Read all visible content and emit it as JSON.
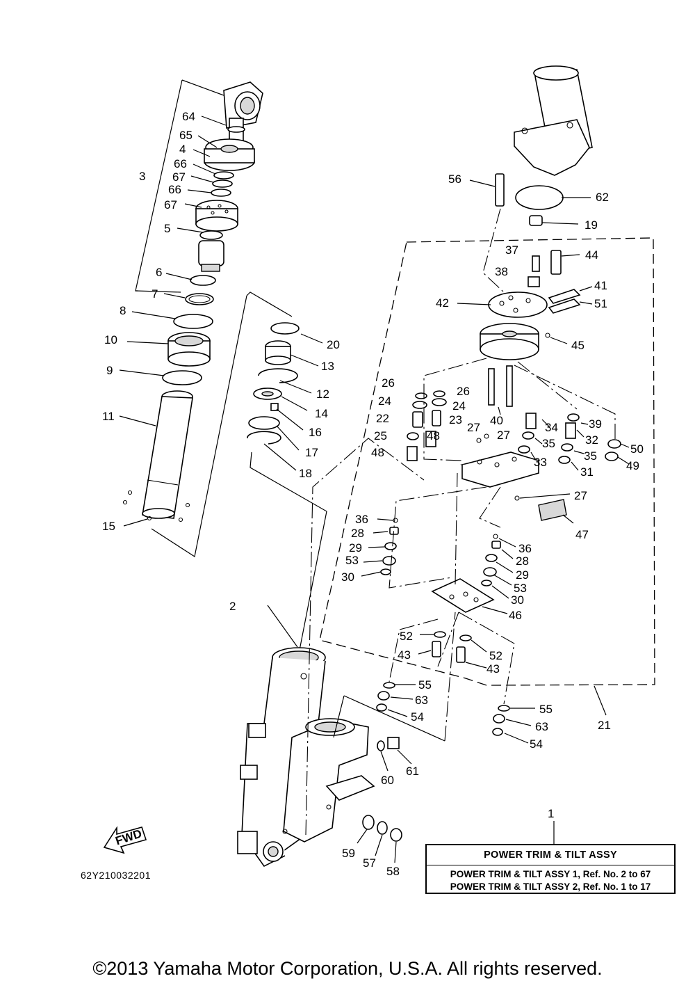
{
  "diagram": {
    "part_numbers": [
      "1",
      "2",
      "3",
      "4",
      "5",
      "6",
      "7",
      "8",
      "9",
      "10",
      "11",
      "12",
      "13",
      "14",
      "15",
      "16",
      "17",
      "18",
      "19",
      "20",
      "21",
      "22",
      "23",
      "24",
      "24",
      "25",
      "26",
      "26",
      "27",
      "27",
      "27",
      "28",
      "28",
      "29",
      "29",
      "30",
      "30",
      "31",
      "32",
      "33",
      "34",
      "35",
      "35",
      "36",
      "36",
      "37",
      "38",
      "39",
      "40",
      "41",
      "42",
      "43",
      "43",
      "44",
      "45",
      "46",
      "47",
      "48",
      "48",
      "49",
      "50",
      "51",
      "52",
      "52",
      "53",
      "53",
      "54",
      "54",
      "55",
      "55",
      "56",
      "57",
      "58",
      "59",
      "60",
      "61",
      "62",
      "63",
      "63",
      "64",
      "65",
      "66",
      "66",
      "67",
      "67"
    ]
  },
  "title_box": {
    "heading": "POWER TRIM & TILT ASSY",
    "line1": "POWER TRIM & TILT ASSY 1, Ref. No. 2 to 67",
    "line2": "POWER TRIM & TILT ASSY 2, Ref. No. 1 to 17"
  },
  "fwd_label": "FWD",
  "part_code": "62Y210032201",
  "copyright": "©2013 Yamaha Motor Corporation, U.S.A. All rights reserved."
}
